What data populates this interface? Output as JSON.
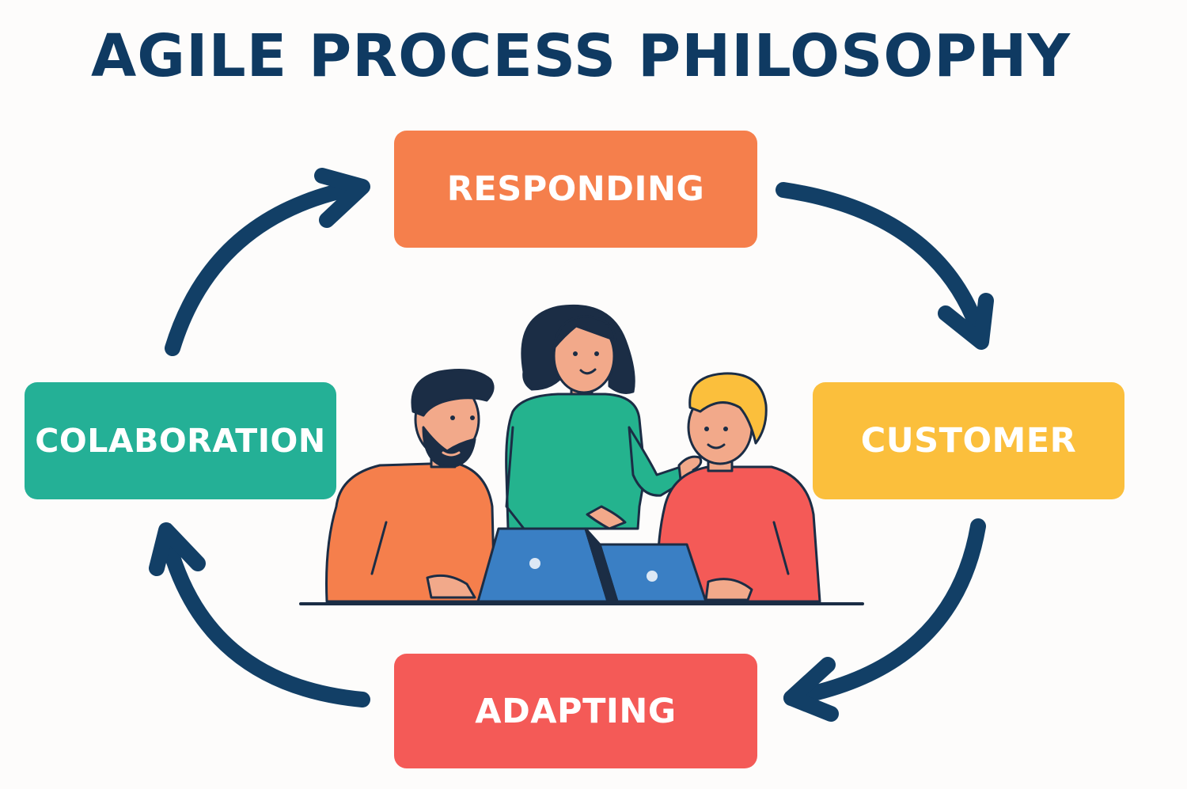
{
  "title": "AGILE PROCESS PHILOSOPHY",
  "colors": {
    "title": "#0f3a62",
    "arrow": "#123f66",
    "responding": "#f57f4c",
    "customer": "#fbbf3c",
    "adapting": "#f45a57",
    "collaboration": "#24b096",
    "laptop": "#3a7fc4",
    "shirt_left": "#f57f4c",
    "shirt_middle": "#24b38e",
    "shirt_right": "#f45a57",
    "skin": "#f2a98a",
    "hair_dark": "#1b2d45",
    "hair_blond": "#fbbf3c"
  },
  "stages": {
    "top": "RESPONDING",
    "right": "CUSTOMER",
    "bottom": "ADAPTING",
    "left": "COLABORATION"
  },
  "illustration": {
    "subject": "team of three people working at laptops",
    "icons": [
      "man-icon",
      "woman-icon",
      "blond-man-icon",
      "laptop-icon",
      "cycle-arrow-icon"
    ]
  }
}
